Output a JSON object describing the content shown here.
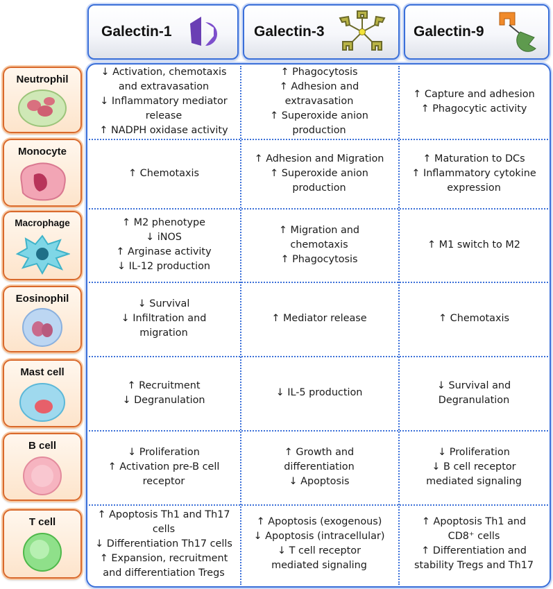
{
  "columns": [
    {
      "title": "Galectin-1",
      "icon": "galectin-1-dimer-icon"
    },
    {
      "title": "Galectin-3",
      "icon": "galectin-3-pentamer-icon"
    },
    {
      "title": "Galectin-9",
      "icon": "galectin-9-tandem-repeat-icon"
    }
  ],
  "rows": [
    {
      "label": "Neutrophil",
      "icon": "neutrophil-cell-icon",
      "cells": [
        "↓ Activation, chemotaxis\nand extravasation\n↓ Inflammatory mediator\nrelease\n↑ NADPH oxidase activity",
        "↑ Phagocytosis\n↑ Adhesion and\nextravasation\n↑ Superoxide anion\nproduction",
        "↑ Capture and adhesion\n↑ Phagocytic activity"
      ]
    },
    {
      "label": "Monocyte",
      "icon": "monocyte-cell-icon",
      "cells": [
        "↑ Chemotaxis",
        "↑ Adhesion and Migration\n↑ Superoxide anion\nproduction",
        "↑ Maturation to DCs\n↑ Inflammatory cytokine\nexpression"
      ]
    },
    {
      "label": "Macrophage",
      "icon": "macrophage-cell-icon",
      "cells": [
        "↑ M2 phenotype\n↓ iNOS\n↑ Arginase activity\n↓ IL-12 production",
        "↑ Migration and\nchemotaxis\n↑ Phagocytosis",
        "↑ M1 switch to M2"
      ]
    },
    {
      "label": "Eosinophil",
      "icon": "eosinophil-cell-icon",
      "cells": [
        "↓ Survival\n↓ Infiltration and\nmigration",
        "↑ Mediator release",
        "↑ Chemotaxis"
      ]
    },
    {
      "label": "Mast cell",
      "icon": "mast-cell-icon",
      "cells": [
        "↑ Recruitment\n↓ Degranulation",
        "↓ IL-5 production",
        "↓ Survival and\nDegranulation"
      ]
    },
    {
      "label": "B cell",
      "icon": "b-cell-icon",
      "cells": [
        "↓ Proliferation\n↑ Activation pre-B cell\nreceptor",
        "↑ Growth and\ndifferentiation\n↓ Apoptosis",
        "↓ Proliferation\n↓ B cell receptor\nmediated signaling"
      ]
    },
    {
      "label": "T cell",
      "icon": "t-cell-icon",
      "cells": [
        "↑ Apoptosis Th1 and Th17\ncells\n↓ Differentiation Th17 cells\n↑ Expansion, recruitment\nand differentiation Tregs",
        "↑ Apoptosis (exogenous)\n↓ Apoptosis (intracellular)\n↓ T cell receptor\nmediated signaling",
        "↑ Apoptosis Th1 and\nCD8⁺ cells\n↑ Differentiation and\nstability Tregs and Th17"
      ]
    }
  ]
}
